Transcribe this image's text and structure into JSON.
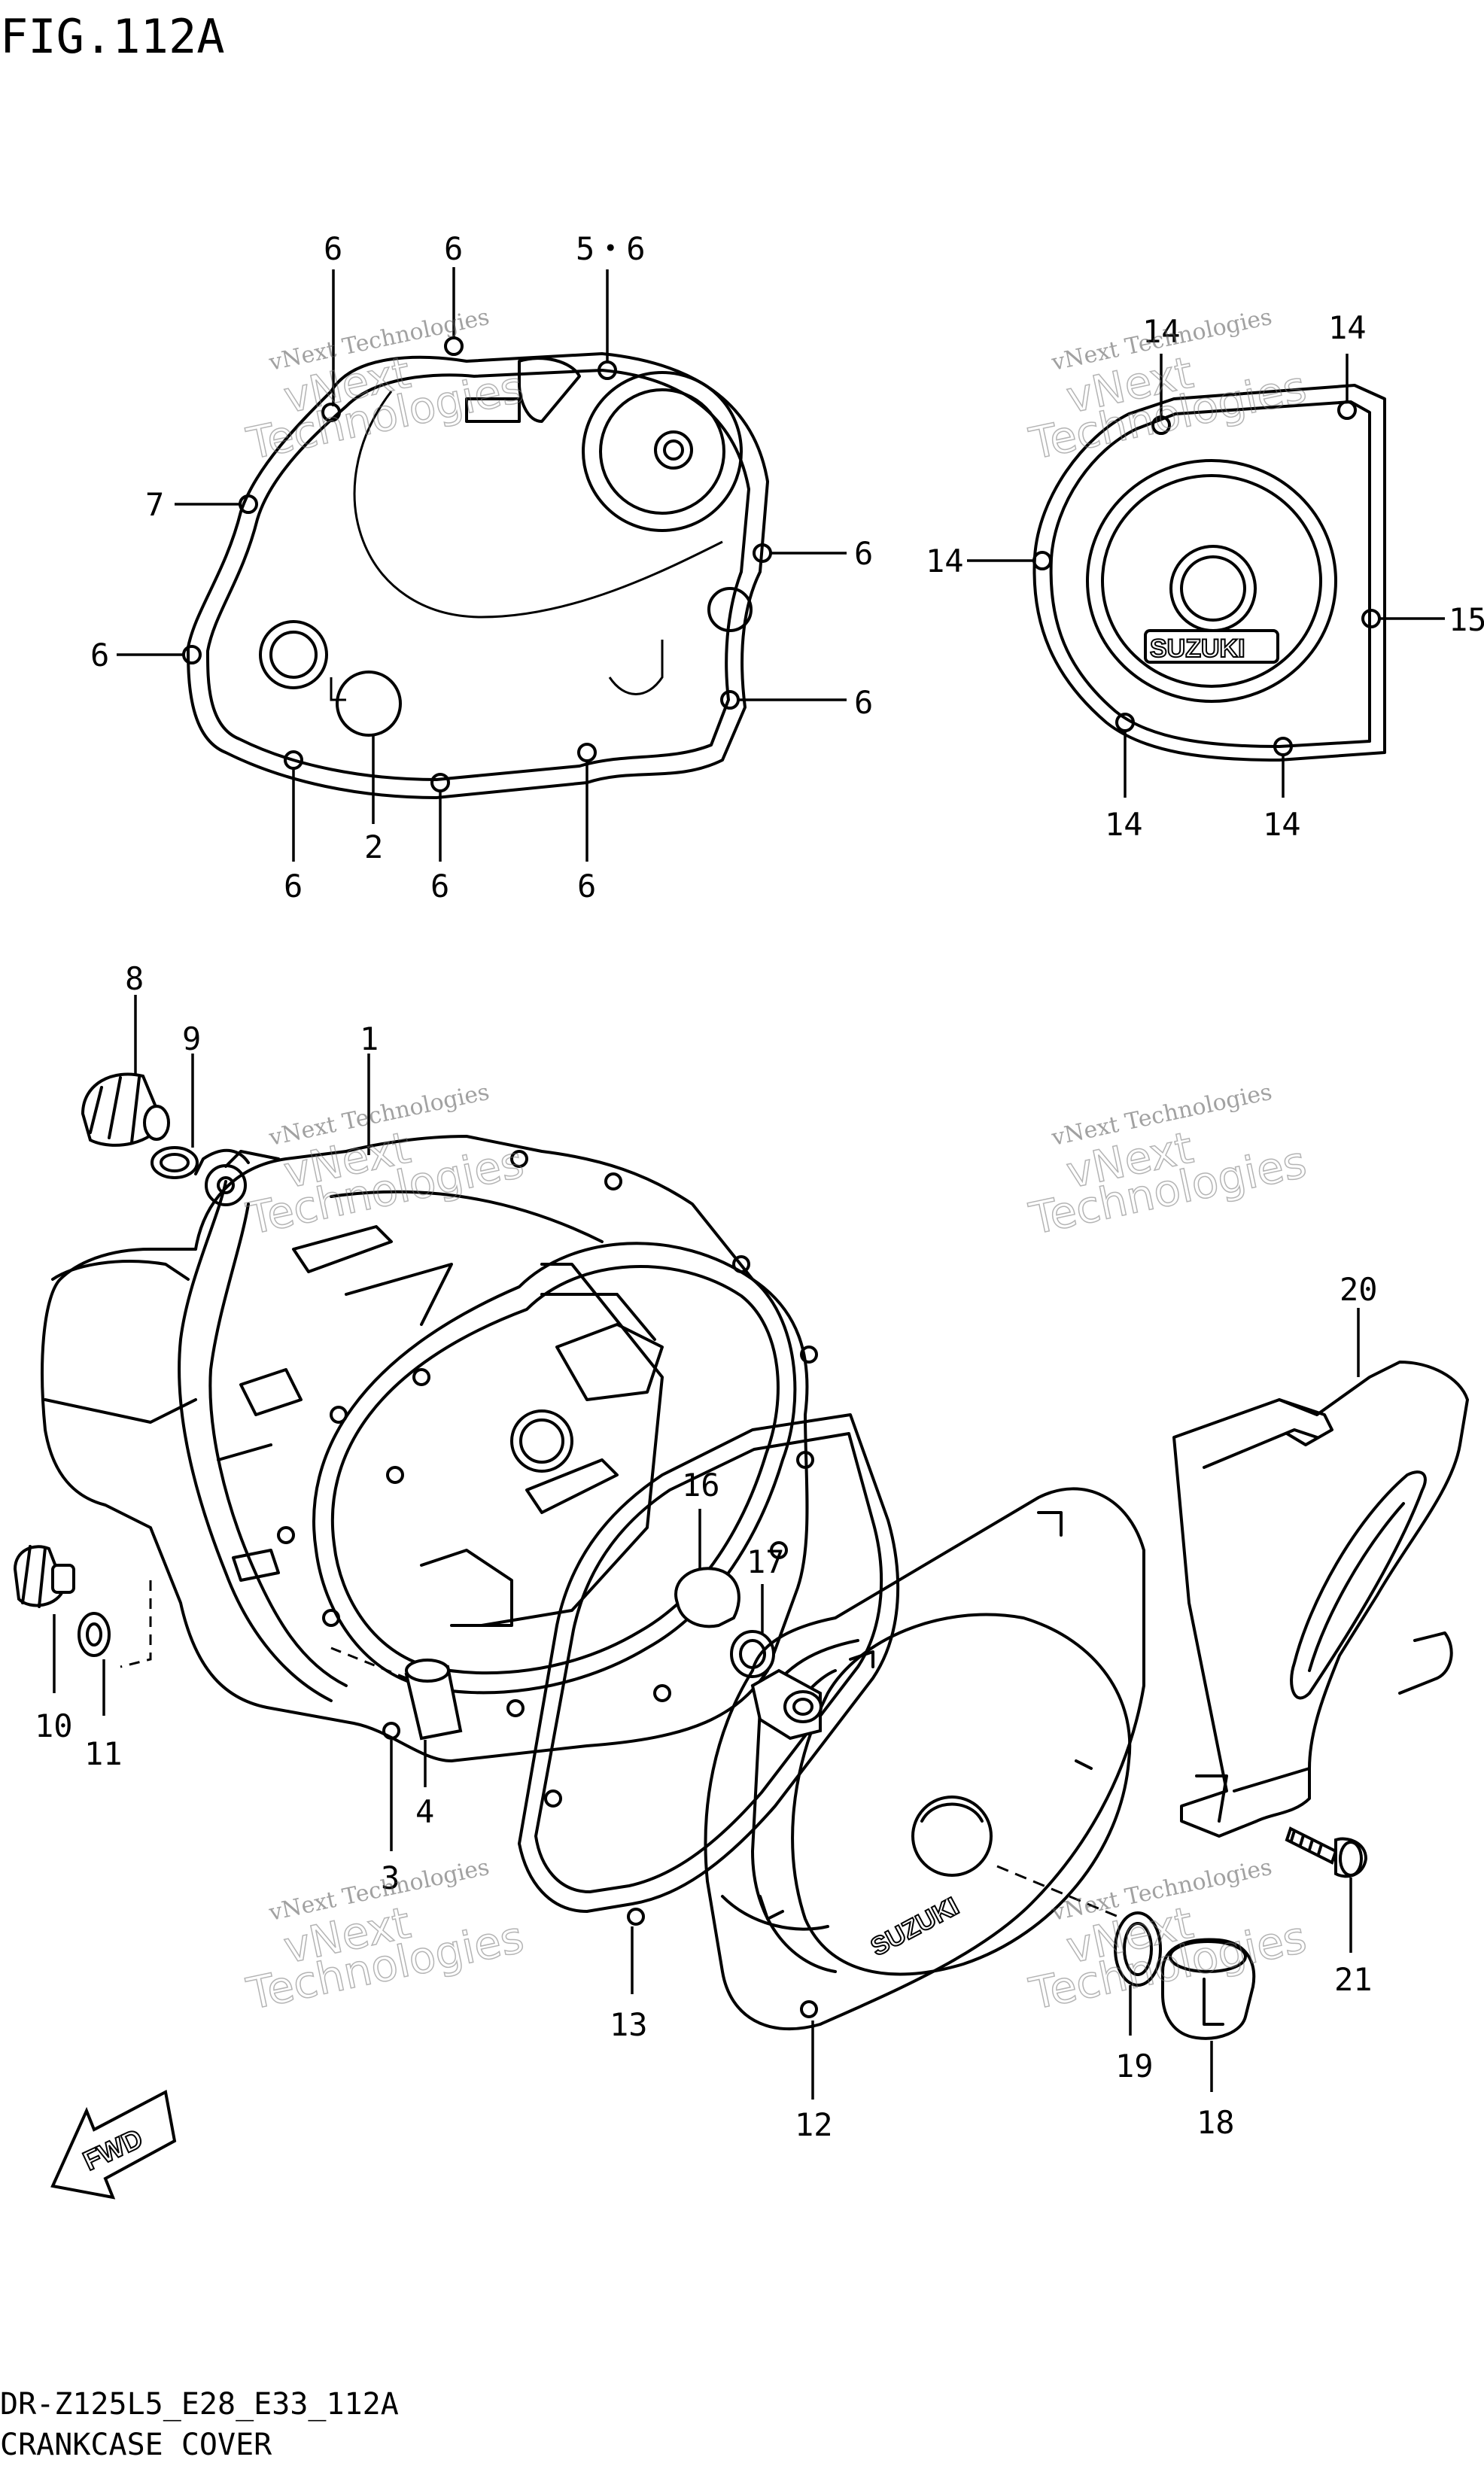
{
  "figure_title": "FIG.112A",
  "footer": {
    "code": "DR-Z125L5_E28_E33_112A",
    "name": "CRANKCASE COVER"
  },
  "watermark": {
    "line1": "vNext Technologies",
    "line2_a": "vNext",
    "line2_b": "Technologies"
  },
  "brand_label": "SUZUKI",
  "fwd_label": "FWD",
  "callouts": {
    "c1": "1",
    "c2": "2",
    "c3": "3",
    "c4": "4",
    "c5_6": "5・6",
    "c6": "6",
    "c7": "7",
    "c8": "8",
    "c9": "9",
    "c10": "10",
    "c11": "11",
    "c12": "12",
    "c13": "13",
    "c14": "14",
    "c15": "15",
    "c16": "16",
    "c17": "17",
    "c18": "18",
    "c19": "19",
    "c20": "20",
    "c21": "21"
  }
}
